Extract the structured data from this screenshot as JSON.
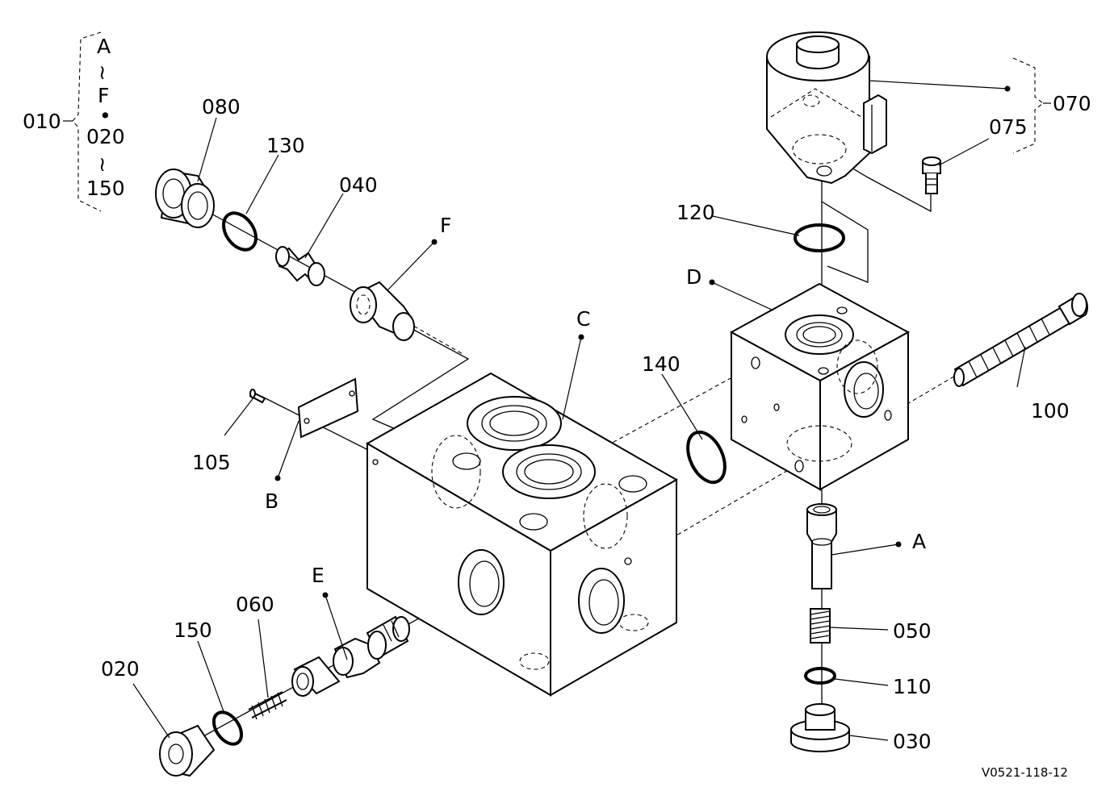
{
  "labels": {
    "p010": "010",
    "p020": "020",
    "p030": "030",
    "p040": "040",
    "p050": "050",
    "p060": "060",
    "p070": "070",
    "p075": "075",
    "p080": "080",
    "p100": "100",
    "p105": "105",
    "p110": "110",
    "p120": "120",
    "p130": "130",
    "p140": "140",
    "p150": "150",
    "sa": "A",
    "sb": "B",
    "sc": "C",
    "sd": "D",
    "se": "E",
    "sf": "F"
  },
  "bracket": {
    "top": "A",
    "tilde1": "≀",
    "f": "F",
    "dot": "•",
    "mid": "020",
    "tilde2": "≀",
    "bottom": "150"
  },
  "drawing_code": "V0521-118-12"
}
